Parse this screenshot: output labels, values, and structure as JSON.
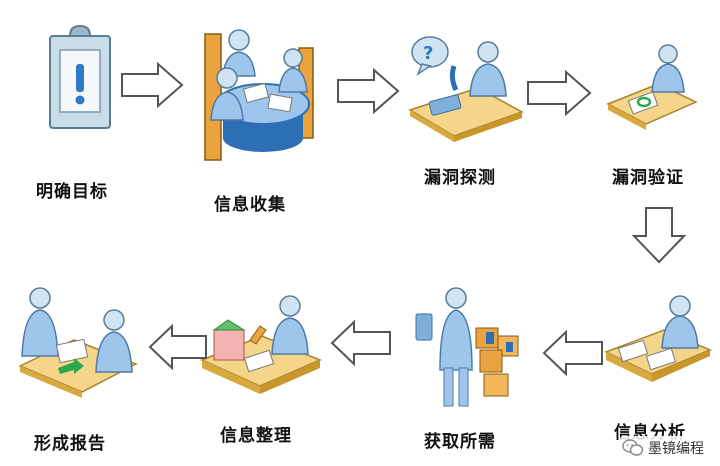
{
  "steps": [
    {
      "label": "明确目标"
    },
    {
      "label": "信息收集"
    },
    {
      "label": "漏洞探测"
    },
    {
      "label": "漏洞验证"
    },
    {
      "label": "信息分析"
    },
    {
      "label": "获取所需"
    },
    {
      "label": "信息整理"
    },
    {
      "label": "形成报告"
    }
  ],
  "watermark": {
    "text": "墨镜编程"
  }
}
